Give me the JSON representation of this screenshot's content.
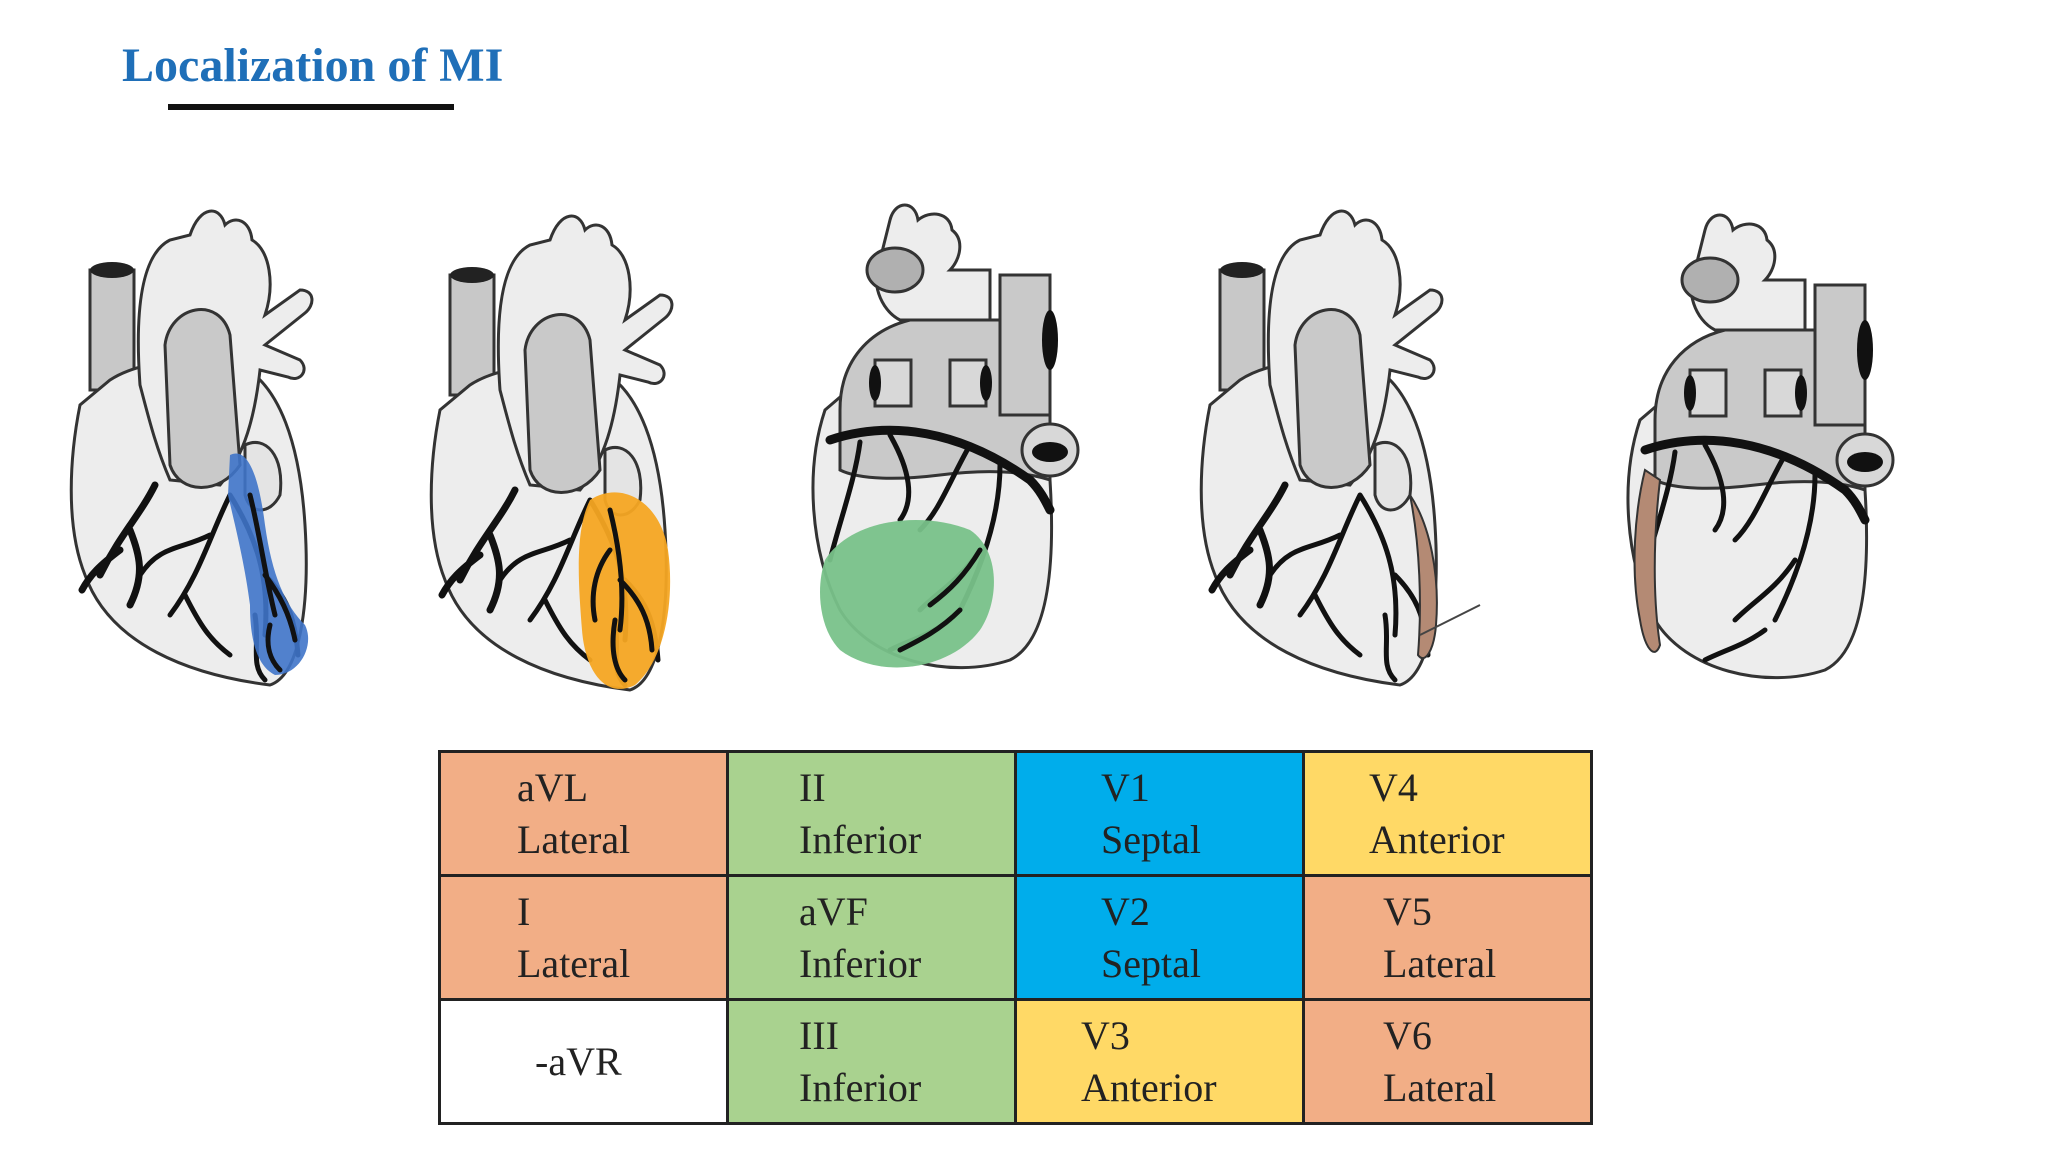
{
  "title": "Localization of MI",
  "colors": {
    "title": "#1f6fb8",
    "lateral": "#f2ae86",
    "inferior": "#a9d28f",
    "septal": "#00adeb",
    "anterior": "#ffd966",
    "region_septal_heart": "#3f74c9",
    "region_anterior_heart": "#f5a623",
    "region_inferior_heart": "#79c28a",
    "region_lateral_heart": "#b48a74"
  },
  "icons": [
    "heart-anterior-view",
    "heart-posterior-view"
  ],
  "table": {
    "rows": [
      [
        {
          "lead": "aVL",
          "region": "Lateral",
          "group": "lateral"
        },
        {
          "lead": "II",
          "region": "Inferior",
          "group": "inferior"
        },
        {
          "lead": "V1",
          "region": "Septal",
          "group": "septal"
        },
        {
          "lead": "V4",
          "region": "Anterior",
          "group": "anterior"
        }
      ],
      [
        {
          "lead": "I",
          "region": "Lateral",
          "group": "lateral"
        },
        {
          "lead": "aVF",
          "region": "Inferior",
          "group": "inferior"
        },
        {
          "lead": "V2",
          "region": "Septal",
          "group": "septal"
        },
        {
          "lead": "V5",
          "region": "Lateral",
          "group": "lateral"
        }
      ],
      [
        {
          "lead": "-aVR",
          "region": "",
          "group": "blank"
        },
        {
          "lead": "III",
          "region": "Inferior",
          "group": "inferior"
        },
        {
          "lead": "V3",
          "region": "Anterior",
          "group": "anterior"
        },
        {
          "lead": "V6",
          "region": "Lateral",
          "group": "lateral"
        }
      ]
    ]
  }
}
